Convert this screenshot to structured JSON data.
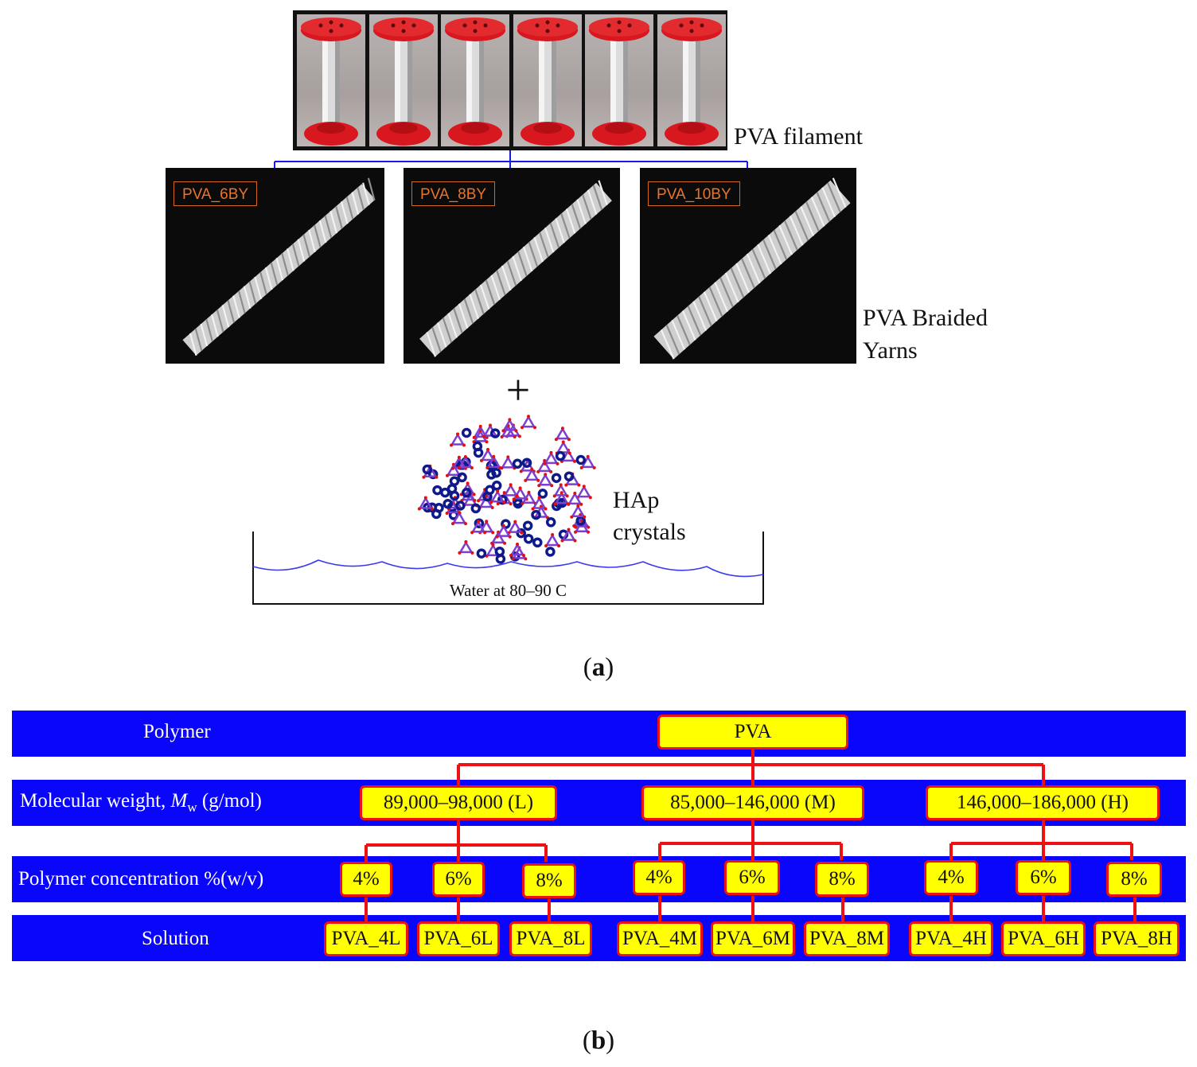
{
  "panel_a": {
    "caption_open": "(",
    "caption_letter": "a",
    "caption_close": ")",
    "filament_label": "PVA filament",
    "spool_count": 6,
    "braided_label_line1": "PVA Braided",
    "braided_label_line2": "Yarns",
    "yarns": [
      {
        "tag": "PVA_6BY"
      },
      {
        "tag": "PVA_8BY"
      },
      {
        "tag": "PVA_10BY"
      }
    ],
    "plus": "+",
    "hap_label_line1": "HAp",
    "hap_label_line2": "crystals",
    "water_label": "Water at 80–90 C",
    "colors": {
      "spool_red": "#d8171f",
      "connector_blue": "#1a1ae6",
      "water_line": "#3a3af0",
      "tag_orange": "#e9742a",
      "crystal_navy": "#0f1a8a",
      "crystal_purple": "#7b3fd1",
      "oxygen_red": "#e01010"
    }
  },
  "panel_b": {
    "caption_open": "(",
    "caption_letter": "b",
    "caption_close": ")",
    "row_labels": {
      "polymer": "Polymer",
      "mw_prefix": "Molecular weight, ",
      "mw_symbol": "M",
      "mw_sub": "w",
      "mw_suffix": " (g/mol)",
      "concentration": "Polymer concentration %(w/v)",
      "solution": "Solution"
    },
    "root": "PVA",
    "molecular_weights": [
      "89,000–98,000 (L)",
      "85,000–146,000 (M)",
      "146,000–186,000 (H)"
    ],
    "concentrations": [
      "4%",
      "6%",
      "8%",
      "4%",
      "6%",
      "8%",
      "4%",
      "6%",
      "8%"
    ],
    "solutions": [
      "PVA_4L",
      "PVA_6L",
      "PVA_8L",
      "PVA_4M",
      "PVA_6M",
      "PVA_8M",
      "PVA_4H",
      "PVA_6H",
      "PVA_8H"
    ],
    "colors": {
      "band": "#0a06fa",
      "box_fill": "#ffff00",
      "box_border": "#ee1111",
      "connector": "#ee1111"
    }
  }
}
